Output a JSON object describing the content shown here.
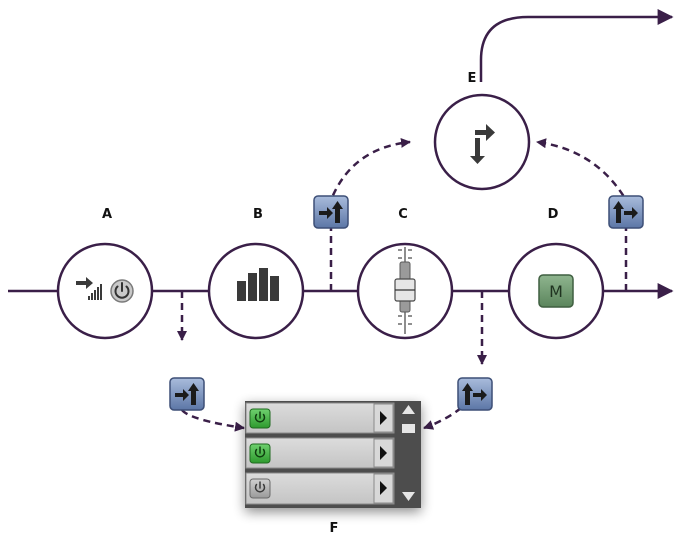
{
  "colors": {
    "line": "#3a1f48",
    "circle_fill": "#ffffff",
    "icon_dark": "#3a3a3a",
    "send_box": "#7f96bf",
    "mute_green": "#6f9a70",
    "power_green": "#3dab3d",
    "power_off": "#a9a9a9",
    "panel_bg": "#cfcfcf",
    "panel_dark": "#4e4e4e"
  },
  "labels": {
    "A": "A",
    "B": "B",
    "C": "C",
    "D": "D",
    "E": "E",
    "F": "F"
  },
  "icons": {
    "A": "input-and-power-icon",
    "B": "effects-bars-icon",
    "C": "fader-icon",
    "D": "mute-button-icon",
    "E": "output-routing-icon",
    "sends": "send-icon",
    "power": "power-icon"
  },
  "mute_text": "M",
  "panel": {
    "rows": [
      {
        "state": "on"
      },
      {
        "state": "on"
      },
      {
        "state": "off"
      }
    ]
  }
}
